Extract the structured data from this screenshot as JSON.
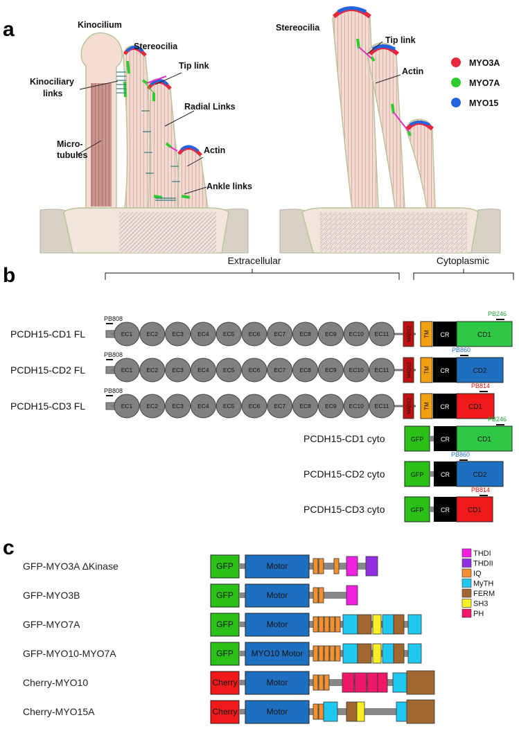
{
  "panel_a": {
    "letter": "a",
    "left_labels": {
      "kinocilium": "Kinocilium",
      "stereocilia": "Stereocilia",
      "tip_link": "Tip link",
      "kinociliary_links_1": "Kinociliary",
      "kinociliary_links_2": "links",
      "micro_1": "Micro-",
      "micro_2": "tubules",
      "radial_links": "Radial Links",
      "actin": "Actin",
      "ankle_links": "Ankle links"
    },
    "right_labels": {
      "stereocilia": "Stereocilia",
      "tip_link": "Tip link",
      "actin": "Actin"
    },
    "legend": [
      {
        "label": "MYO3A",
        "color": "#e8283c"
      },
      {
        "label": "MYO7A",
        "color": "#2ecc2e"
      },
      {
        "label": "MYO15",
        "color": "#2463e0"
      }
    ]
  },
  "panel_b": {
    "letter": "b",
    "extracellular": "Extracellular",
    "cytoplasmic": "Cytoplasmic",
    "ec_labels": [
      "EC1",
      "EC2",
      "EC3",
      "EC4",
      "EC5",
      "EC6",
      "EC7",
      "EC8",
      "EC9",
      "EC10",
      "EC11"
    ],
    "mad_label": "MAD12",
    "tm_label": "TM",
    "cr_label": "CR",
    "gfp_label": "GFP",
    "pb808": "PB808",
    "fl_rows": [
      {
        "name": "PCDH15-CD1 FL",
        "cd": "CD1",
        "color": "#2fc846",
        "antibody": "PB246",
        "ab_color": "#2aa83c"
      },
      {
        "name": "PCDH15-CD2 FL",
        "cd": "CD2",
        "color": "#1f6fc0",
        "antibody": "PB860",
        "ab_color": "#1f6fc0"
      },
      {
        "name": "PCDH15-CD3 FL",
        "cd": "CD1",
        "color": "#f01a1a",
        "antibody": "PB814",
        "ab_color": "#e01010"
      }
    ],
    "cyto_rows": [
      {
        "name": "PCDH15-CD1 cyto",
        "cd": "CD1",
        "color": "#2fc846",
        "antibody": "PB246",
        "ab_color": "#2aa83c"
      },
      {
        "name": "PCDH15-CD2 cyto",
        "cd": "CD2",
        "color": "#1f6fc0",
        "antibody": "PB860",
        "ab_color": "#1f6fc0"
      },
      {
        "name": "PCDH15-CD3 cyto",
        "cd": "CD1",
        "color": "#f01a1a",
        "antibody": "PB814",
        "ab_color": "#e01010"
      }
    ]
  },
  "panel_c": {
    "letter": "c",
    "rows": [
      {
        "name": "GFP-MYO3A ΔKinase",
        "tag": "GFP",
        "motor": "Motor"
      },
      {
        "name": "GFP-MYO3B",
        "tag": "GFP",
        "motor": "Motor"
      },
      {
        "name": "GFP-MYO7A",
        "tag": "GFP",
        "motor": "Motor"
      },
      {
        "name": "GFP-MYO10-MYO7A",
        "tag": "GFP",
        "motor": "MYO10 Motor"
      },
      {
        "name": "Cherry-MYO10",
        "tag": "Cherry",
        "motor": "Motor"
      },
      {
        "name": "Cherry-MYO15A",
        "tag": "Cherry",
        "motor": "Motor"
      }
    ],
    "legend": [
      {
        "label": "THDI",
        "color": "#f020e0"
      },
      {
        "label": "THDII",
        "color": "#9030e0"
      },
      {
        "label": "IQ",
        "color": "#f09030"
      },
      {
        "label": "MyTH",
        "color": "#20c8f0"
      },
      {
        "label": "FERM",
        "color": "#a06830"
      },
      {
        "label": "SH3",
        "color": "#f8f020"
      },
      {
        "label": "PH",
        "color": "#f01868"
      }
    ]
  }
}
